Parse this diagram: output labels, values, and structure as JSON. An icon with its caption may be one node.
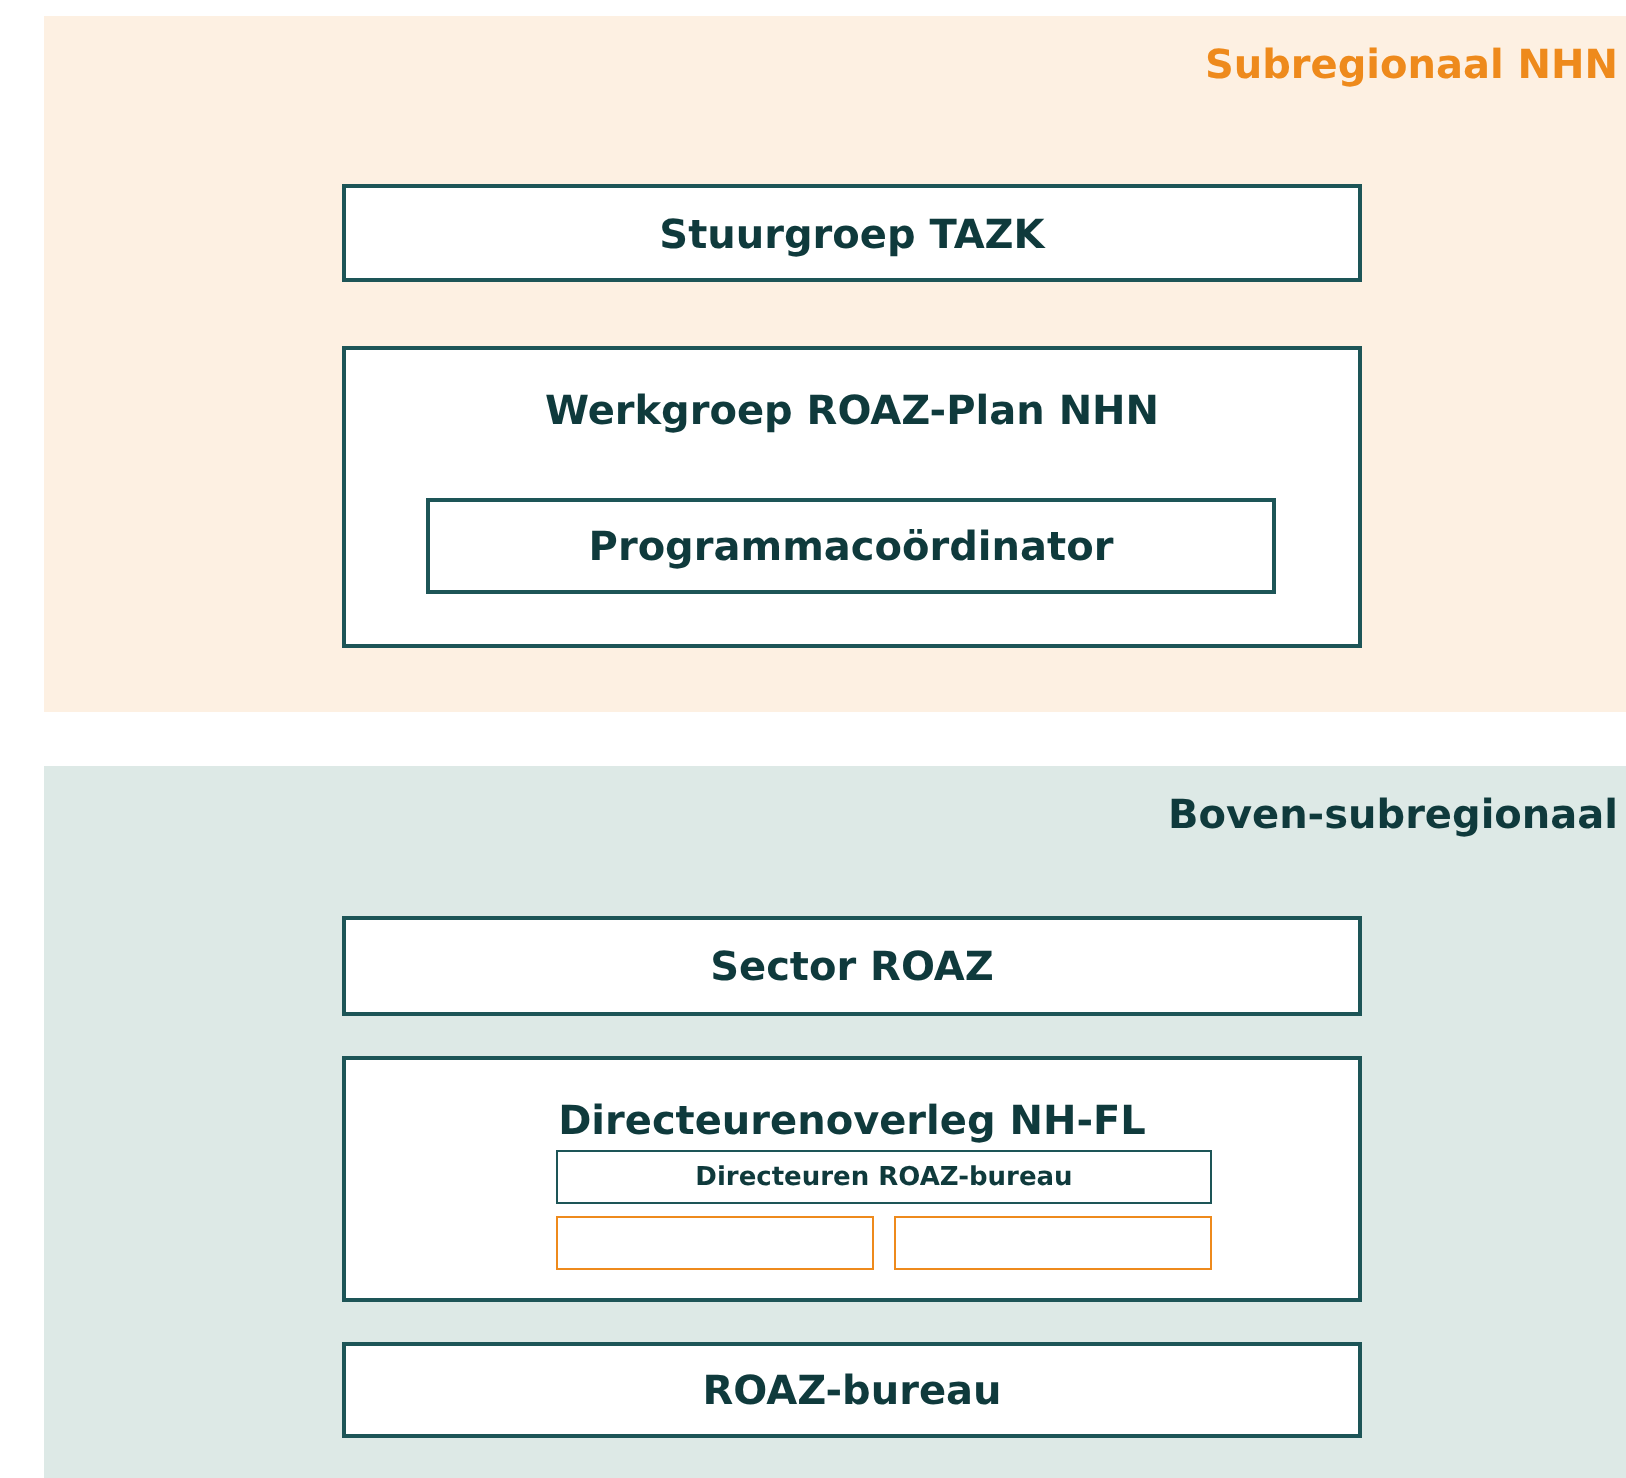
{
  "diagram": {
    "nodes": [
      {
        "text": [
          "Subregionaal NHN"
        ]
      },
      {
        "text": [
          "Stuurgroep TAZK"
        ],
        "in": 0
      },
      {
        "text": [
          "Werkgroep ROAZ-Plan NHN"
        ],
        "in": 0
      },
      {
        "text": [
          "Programmacoördinator"
        ],
        "in": 2
      },
      {
        "text": [
          "Boven-subregionaal"
        ]
      },
      {
        "text": [
          "Sector ROAZ"
        ],
        "in": 4
      },
      {
        "text": [
          "Directeurenoverleg NH-FL"
        ],
        "in": 4
      },
      {
        "text": [
          "Directeuren ROAZ-bureau"
        ],
        "in": 6
      },
      {
        "text": [],
        "shape": "box",
        "in": 6
      },
      {
        "text": [],
        "shape": "box",
        "in": 6
      },
      {
        "text": [
          "ROAZ-bureau"
        ],
        "in": 4
      }
    ]
  }
}
